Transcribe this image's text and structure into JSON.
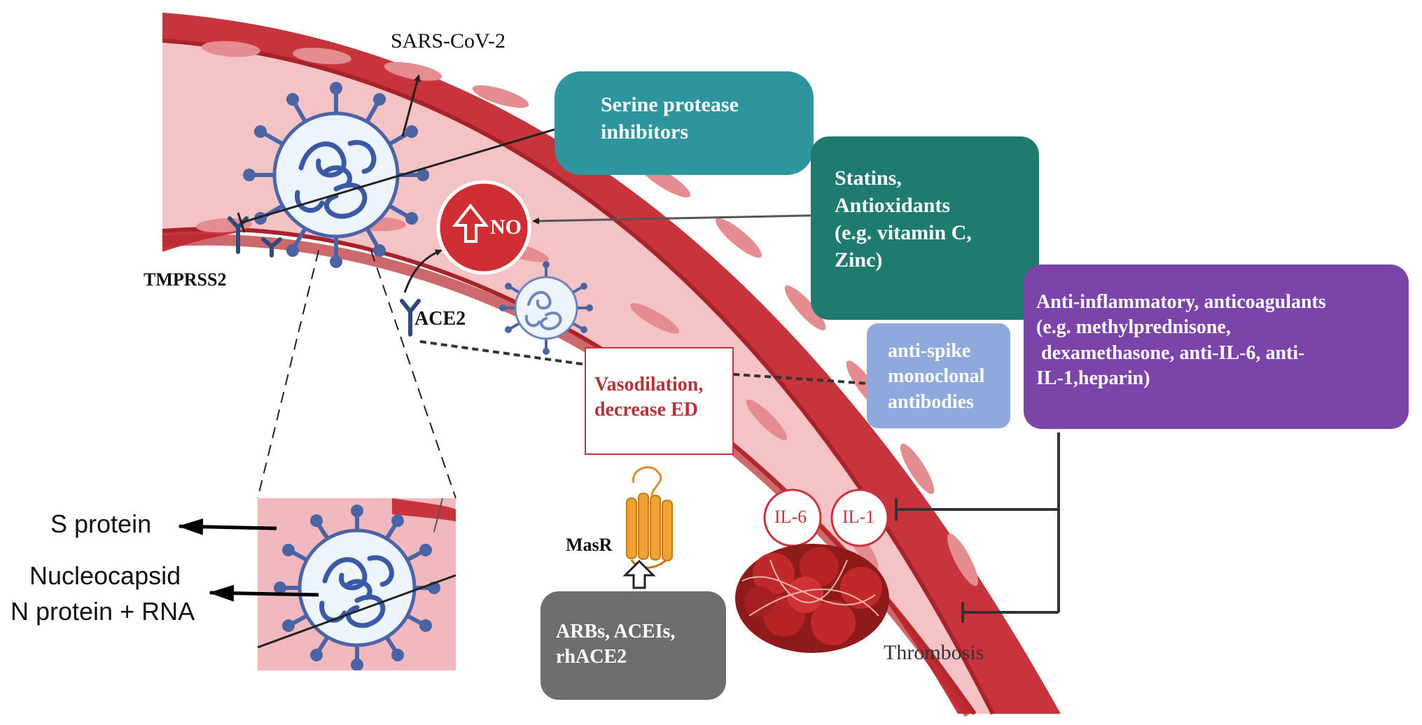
{
  "colors": {
    "vessel_wall": "#c7343b",
    "vessel_lumen": "#f3c3c6",
    "serine_box": "#2e949e",
    "statins_box": "#1f7a6f",
    "anti_inflammatory_box": "#7a44a8",
    "anti_spike_box": "#8fa9dd",
    "arbs_box": "#6e6e6e",
    "no_circle": "#cf2f34",
    "vasodilation_text": "#b3353a"
  },
  "labels": {
    "sars_cov_2": "SARS-CoV-2",
    "tmprss2": "TMPRSS2",
    "ace2": "ACE2",
    "no": "NO",
    "masr": "MasR",
    "il6": "IL-6",
    "il1": "IL-1",
    "thrombosis": "Thrombosis",
    "s_protein": "S protein",
    "nucleocapsid": "Nucleocapsid",
    "n_protein_rna": "N protein + RNA"
  },
  "boxes": {
    "serine": [
      "Serine protease",
      "inhibitors"
    ],
    "statins": [
      "Statins,",
      "Antioxidants",
      "(e.g. vitamin C,",
      "Zinc)"
    ],
    "anti_inflammatory": [
      "Anti-inflammatory, anticoagulants",
      "(e.g. methylprednisone,",
      " dexamethasone, anti-IL-6, anti-",
      "IL-1,heparin)"
    ],
    "anti_spike": [
      "anti-spike",
      "monoclonal",
      "antibodies"
    ],
    "vasodilation": [
      "Vasodilation,",
      "decrease ED"
    ],
    "arbs": [
      "ARBs, ACEIs,",
      "rhACE2"
    ]
  }
}
